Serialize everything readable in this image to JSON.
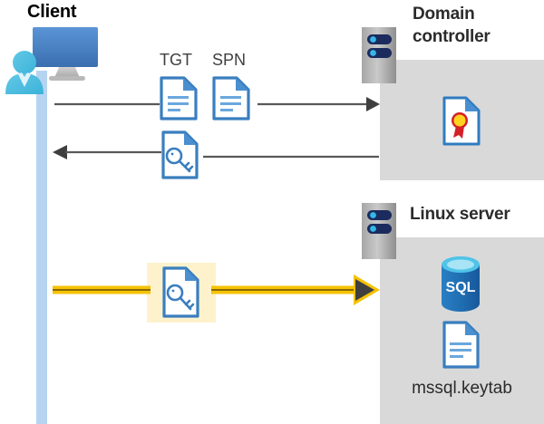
{
  "diagram": {
    "type": "kerberos-authentication-flow",
    "background": "#ffffff"
  },
  "client": {
    "title": "Client",
    "icon": "client-workstation-icon",
    "lifeline_color": "#b6d4f0"
  },
  "domain_controller": {
    "title": "Domain controller",
    "title_line1": "Domain",
    "title_line2": "controller",
    "server_icon": "server-rack-icon",
    "panel_color": "#d9d9d9",
    "contents": [
      {
        "icon": "certificate-document-icon",
        "label": ""
      }
    ]
  },
  "linux_server": {
    "title": "Linux server",
    "server_icon": "server-rack-icon",
    "panel_color": "#d9d9d9",
    "contents": [
      {
        "icon": "sql-database-icon",
        "label": "SQL"
      },
      {
        "icon": "document-icon",
        "label": "mssql.keytab"
      }
    ]
  },
  "messages": [
    {
      "id": "request",
      "direction": "client-to-domain-controller",
      "labels": [
        "TGT",
        "SPN"
      ],
      "icons": [
        "document-icon",
        "document-icon"
      ],
      "color": "#595959",
      "arrowhead": "right"
    },
    {
      "id": "response",
      "direction": "domain-controller-to-client",
      "labels": [],
      "icons": [
        "key-document-icon"
      ],
      "color": "#595959",
      "arrowhead": "left"
    },
    {
      "id": "ticket-presentation",
      "direction": "client-to-linux-server",
      "labels": [],
      "icons": [
        "key-document-icon"
      ],
      "color": "#f5c200",
      "highlight_color": "#fdf2cc",
      "arrowhead": "right"
    }
  ],
  "labels": {
    "tgt": "TGT",
    "spn": "SPN",
    "sql": "SQL",
    "keytab": "mssql.keytab"
  },
  "colors": {
    "panel_gray": "#d9d9d9",
    "lifeline_blue": "#b6d4f0",
    "arrow_gray": "#595959",
    "arrow_yellow": "#f5c200",
    "highlight_yellow": "#fdf2cc",
    "doc_blue": "#3a7ebf",
    "sql_blue": "#1f6cb0",
    "seal_gold": "#ffd320",
    "ribbon_red": "#d42027",
    "server_navy": "#1b2b5e",
    "title_dark": "#2b2b2b"
  }
}
